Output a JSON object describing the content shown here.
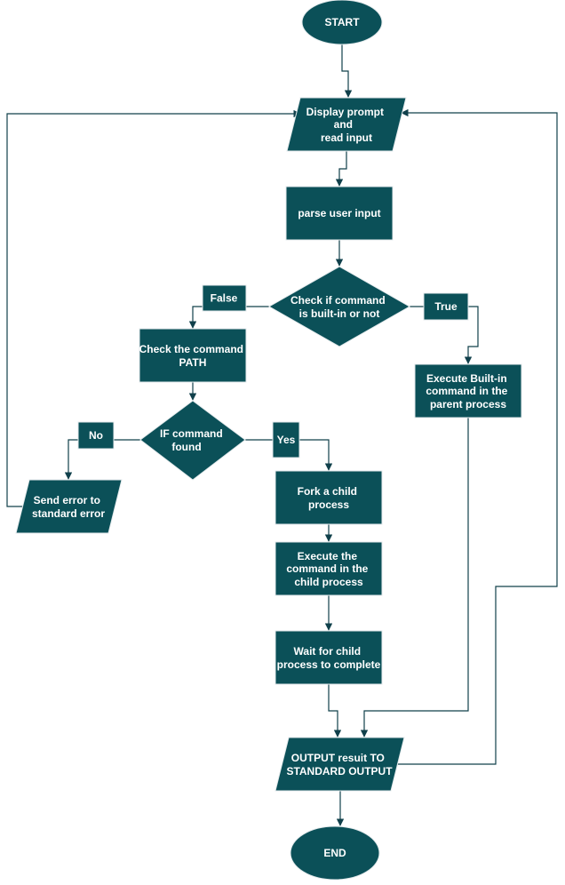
{
  "colors": {
    "node_fill": "#0b5058",
    "node_stroke": "#e4eaec",
    "edge": "#10404b",
    "text": "#ffffff",
    "background": "#ffffff"
  },
  "nodes": {
    "start": [
      "START"
    ],
    "display_prompt": [
      "Display prompt",
      "and",
      "read input"
    ],
    "parse_input": [
      "parse user input"
    ],
    "check_builtin": [
      "Check if command",
      "is built-in or not"
    ],
    "check_path": [
      "Check the command",
      "PATH"
    ],
    "execute_builtin": [
      "Execute Built-in",
      "command in the",
      "parent process"
    ],
    "if_found": [
      "IF command",
      "found"
    ],
    "send_error": [
      "Send error to",
      "standard error"
    ],
    "fork_child": [
      "Fork a child",
      "process"
    ],
    "execute_child": [
      "Execute the",
      "command in the",
      "child process"
    ],
    "wait_child": [
      "Wait for child",
      "process to complete"
    ],
    "output_result": [
      "OUTPUT resuit TO",
      "STANDARD OUTPUT"
    ],
    "end": [
      "END"
    ]
  },
  "edge_labels": {
    "false": "False",
    "true": "True",
    "no": "No",
    "yes": "Yes"
  }
}
